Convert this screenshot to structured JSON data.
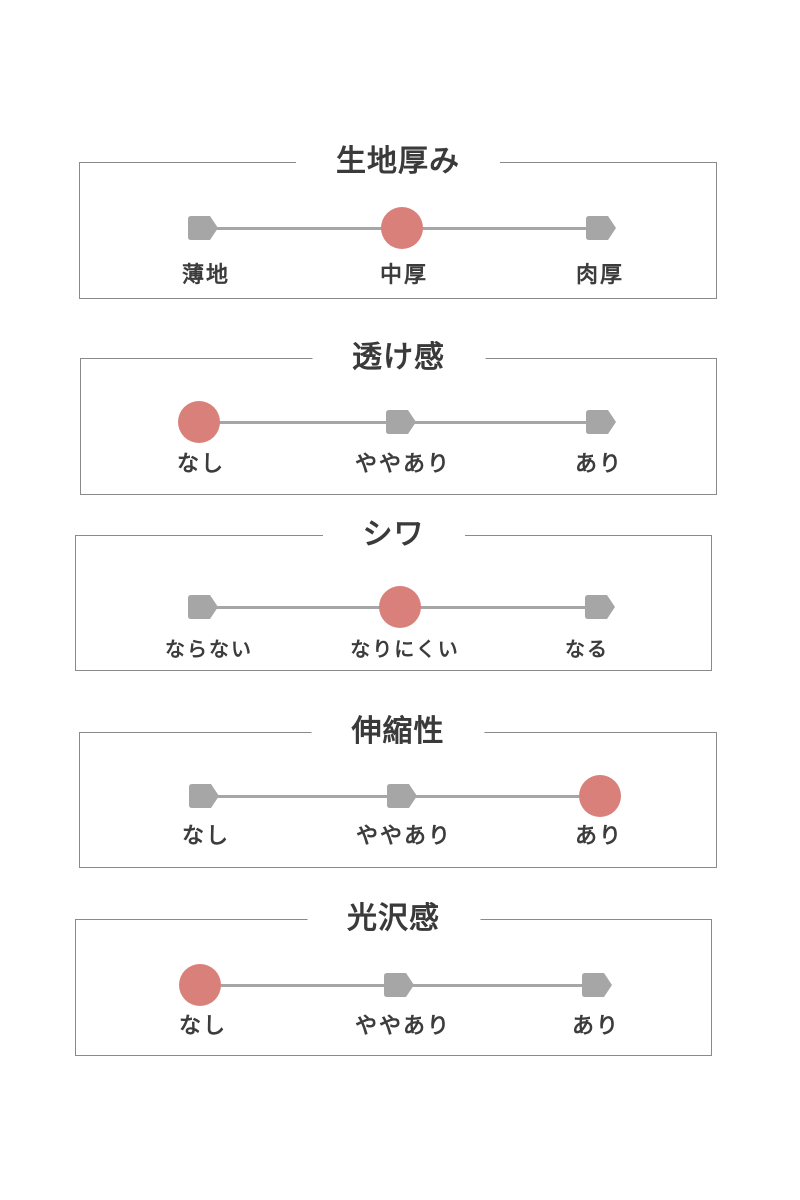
{
  "scales": [
    {
      "title": "生地厚み",
      "options": [
        "薄地",
        "中厚",
        "肉厚"
      ],
      "selected": 1
    },
    {
      "title": "透け感",
      "options": [
        "なし",
        "ややあり",
        "あり"
      ],
      "selected": 0
    },
    {
      "title": "シワ",
      "options": [
        "ならない",
        "なりにくい",
        "なる"
      ],
      "selected": 1
    },
    {
      "title": "伸縮性",
      "options": [
        "なし",
        "ややあり",
        "あり"
      ],
      "selected": 2
    },
    {
      "title": "光沢感",
      "options": [
        "なし",
        "ややあり",
        "あり"
      ],
      "selected": 0
    }
  ],
  "colors": {
    "selected": "#d9807a",
    "marker": "#a6a6a6",
    "border": "#8a8a8a",
    "text": "#3c3c3c"
  }
}
